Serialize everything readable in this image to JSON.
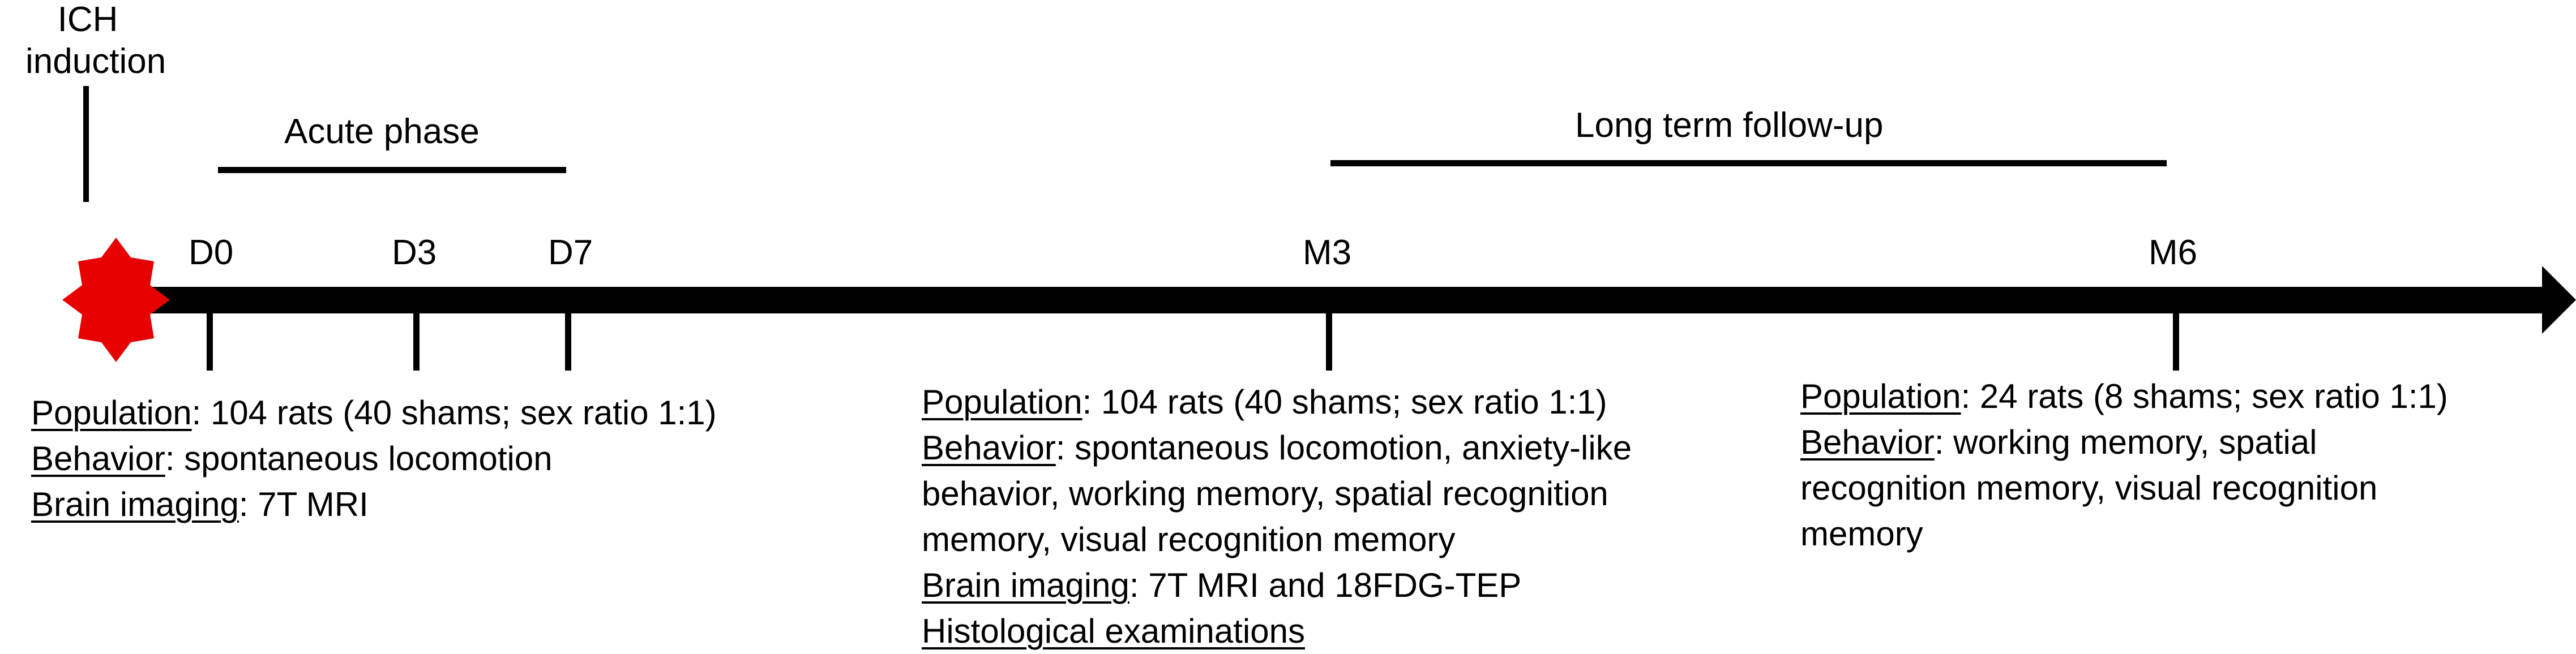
{
  "event": {
    "label_line1": "ICH",
    "label_line2": "induction",
    "marker_color": "#e60000"
  },
  "phases": {
    "acute": "Acute phase",
    "long_term": "Long term follow-up"
  },
  "timepoints": [
    "D0",
    "D3",
    "D7",
    "M3",
    "M6"
  ],
  "blocks": {
    "acute": {
      "population_label": "Population",
      "population_value": ": 104 rats (40 shams; sex ratio 1:1)",
      "behavior_label": "Behavior",
      "behavior_value": ": spontaneous locomotion",
      "imaging_label": "Brain imaging",
      "imaging_value": ": 7T MRI"
    },
    "m3": {
      "population_label": "Population",
      "population_value": ": 104 rats (40 shams; sex ratio 1:1)",
      "behavior_label": "Behavior",
      "behavior_value_line1": ": spontaneous locomotion, anxiety-like",
      "behavior_value_line2": "behavior, working memory, spatial recognition",
      "behavior_value_line3": "memory, visual recognition memory",
      "imaging_label": "Brain imaging",
      "imaging_value": ": 7T MRI and 18FDG-TEP",
      "histology_label": "Histological examinations"
    },
    "m6": {
      "population_label": "Population",
      "population_value": ": 24 rats (8 shams; sex ratio 1:1)",
      "behavior_label": "Behavior",
      "behavior_value_line1": ": working memory, spatial",
      "behavior_value_line2": "recognition memory, visual recognition",
      "behavior_value_line3": "memory"
    }
  }
}
